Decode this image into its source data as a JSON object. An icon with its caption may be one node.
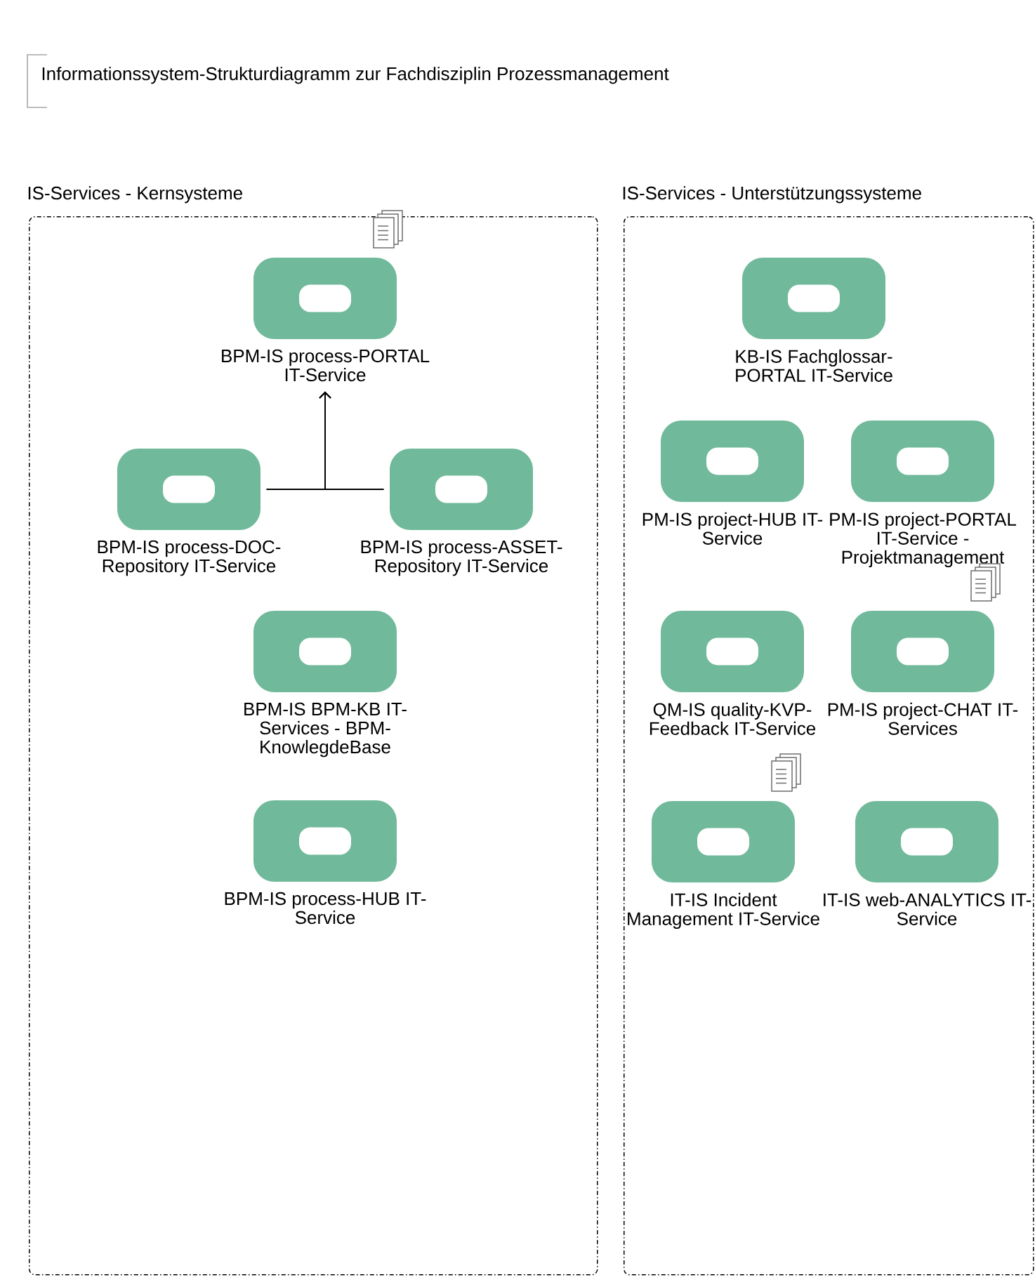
{
  "diagram": {
    "title": "Informationssystem-Strukturdiagramm zur Fachdisziplin Prozessmanagement",
    "nodes": [
      {
        "text": [
          "IS-Services - Kernsysteme"
        ]
      },
      {
        "text": [
          "BPM-IS process-PORTAL IT-Service"
        ],
        "in": 0
      },
      {
        "text": [
          "BPM-IS process-DOC-Repository IT-Service"
        ],
        "in": 0
      },
      {
        "text": [
          "BPM-IS process-ASSET-Repository IT-Service"
        ],
        "in": 0
      },
      {
        "text": [
          "BPM-IS BPM-KB IT-Services - BPM-KnowlegdeBase"
        ],
        "in": 0
      },
      {
        "text": [
          "BPM-IS process-HUB IT-Service"
        ],
        "in": 0
      },
      {
        "text": [
          "IS-Services - Unterstützungssysteme"
        ]
      },
      {
        "text": [
          "KB-IS Fachglossar-PORTAL IT-Service"
        ],
        "in": 6
      },
      {
        "text": [
          "PM-IS project-HUB IT-Service"
        ],
        "in": 6
      },
      {
        "text": [
          "PM-IS project-PORTAL IT-Service - Projektmanagement"
        ],
        "in": 6
      },
      {
        "text": [
          "QM-IS quality-KVP-Feedback IT-Service"
        ],
        "in": 6
      },
      {
        "text": [
          "PM-IS project-CHAT IT-Services"
        ],
        "in": 6
      },
      {
        "text": [
          "IT-IS Incident Management IT-Service"
        ],
        "in": 6
      },
      {
        "text": [
          "IT-IS web-ANALYTICS IT-Service"
        ],
        "in": 6
      }
    ],
    "edges": [
      {
        "from": 2,
        "to": 1,
        "arrow": "to"
      },
      {
        "from": 3,
        "to": 1,
        "arrow": "to"
      }
    ]
  }
}
